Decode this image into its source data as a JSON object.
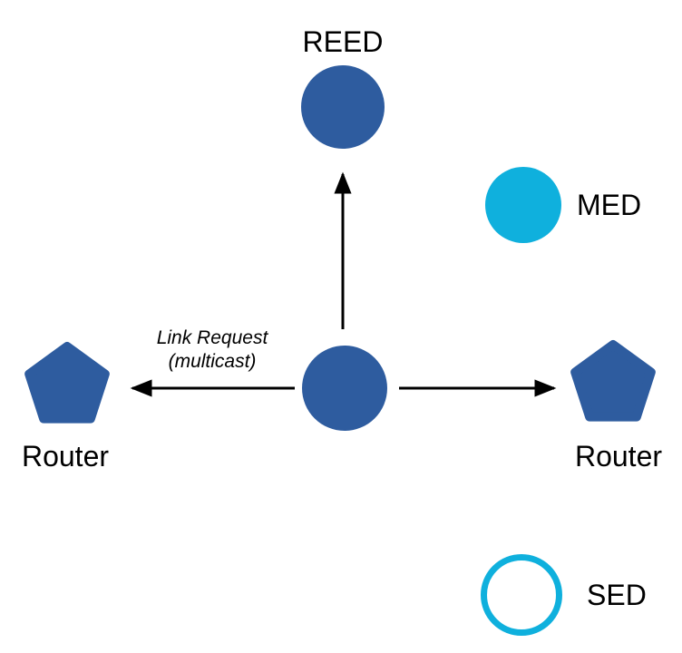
{
  "diagram": {
    "nodes": {
      "reed": {
        "label": "REED",
        "shape": "circle-filled",
        "color": "#2E5C9F"
      },
      "med": {
        "label": "MED",
        "shape": "circle-filled",
        "color": "#0FB0DD"
      },
      "center": {
        "shape": "circle-filled",
        "color": "#2E5C9F"
      },
      "router_left": {
        "label": "Router",
        "shape": "pentagon-filled",
        "color": "#2E5C9F"
      },
      "router_right": {
        "label": "Router",
        "shape": "pentagon-filled",
        "color": "#2E5C9F"
      },
      "sed": {
        "label": "SED",
        "shape": "circle-outline",
        "color": "#0FB0DD"
      }
    },
    "annotation": {
      "line1": "Link Request",
      "line2": "(multicast)"
    },
    "arrows": [
      {
        "from": "center",
        "to": "reed",
        "direction": "up"
      },
      {
        "from": "center",
        "to": "router_left",
        "direction": "left"
      },
      {
        "from": "center",
        "to": "router_right",
        "direction": "right"
      }
    ],
    "colors": {
      "arrow": "#000000",
      "text": "#000000",
      "background": "#FFFFFF"
    }
  }
}
